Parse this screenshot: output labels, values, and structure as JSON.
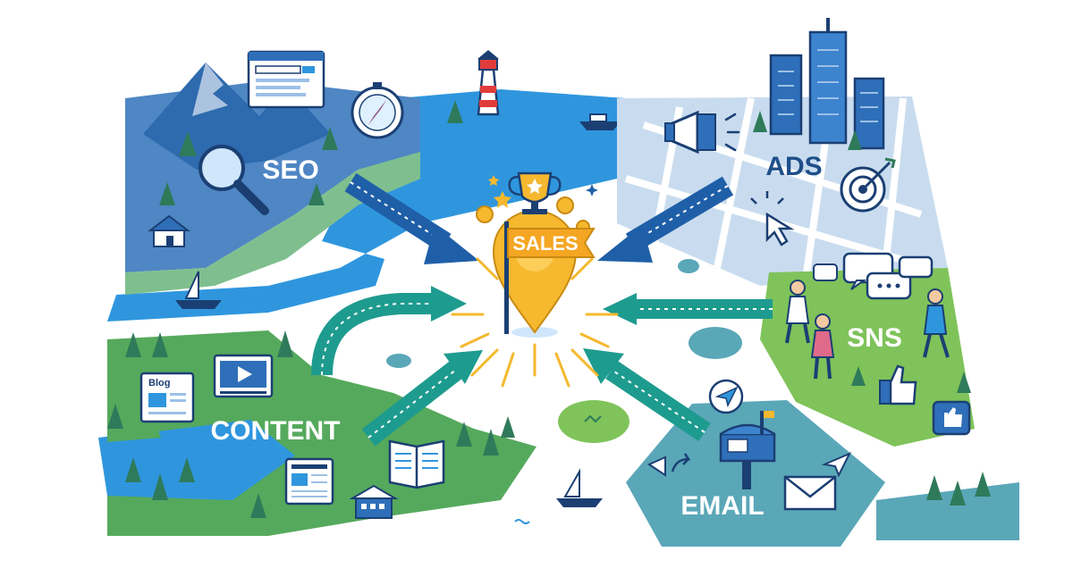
{
  "regions": {
    "seo": "SEO",
    "ads": "ADS",
    "sns": "SNS",
    "content": "CONTENT",
    "email": "EMAIL"
  },
  "center": {
    "label": "SALES"
  },
  "content_icons": {
    "blog_label": "Blog"
  },
  "colors": {
    "water": "#2f96de",
    "seo_land": "#4f86c4",
    "ads_land": "#c9dcef",
    "sns_land": "#7fc35a",
    "content_land": "#55a95c",
    "email_land": "#5aa7b8",
    "pin": "#f5b82e",
    "arrow_blue": "#1f5fa8",
    "arrow_teal": "#1e9b8f",
    "outline": "#1b3f73"
  }
}
